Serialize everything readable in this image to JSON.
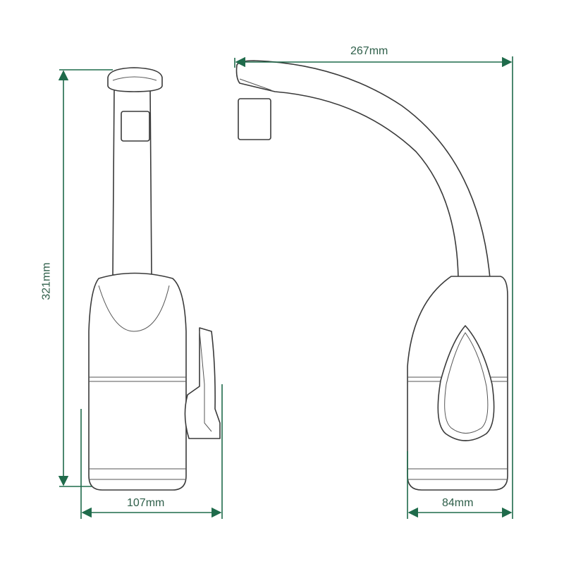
{
  "title": "Faucet dimension drawing",
  "dimensions": {
    "total_reach": "267mm",
    "total_height": "321mm",
    "side_depth": "107mm",
    "base_width": "84mm"
  },
  "colors": {
    "dimension_line": "#1f6b4b",
    "outline": "#3a3a3a"
  }
}
